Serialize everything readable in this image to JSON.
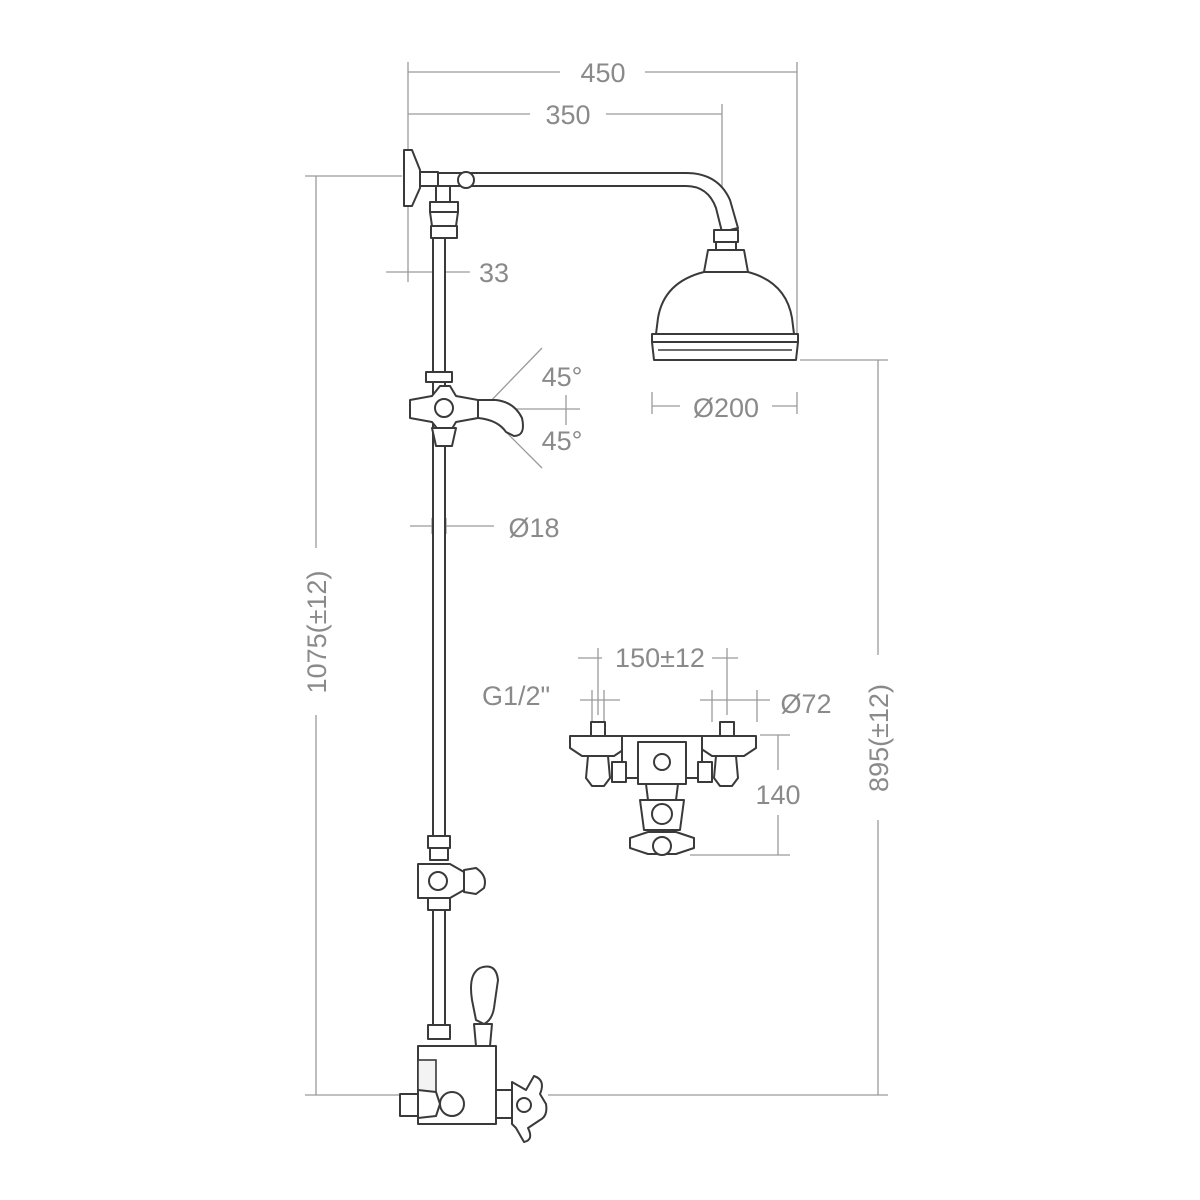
{
  "dimensions": {
    "overall_width": "450",
    "arm_length": "350",
    "wall_offset": "33",
    "angle_up": "45°",
    "angle_down": "45°",
    "head_diameter": "Ø200",
    "rail_diameter": "Ø18",
    "overall_height": "1075(±12)",
    "valve_height": "895(±12)",
    "inlet_centres": "150±12",
    "inlet_thread": "G1/2\"",
    "flange_diameter": "Ø72",
    "valve_projection": "140"
  },
  "colors": {
    "dimension": "#8a8a8a",
    "outline": "#3a3a3a"
  }
}
